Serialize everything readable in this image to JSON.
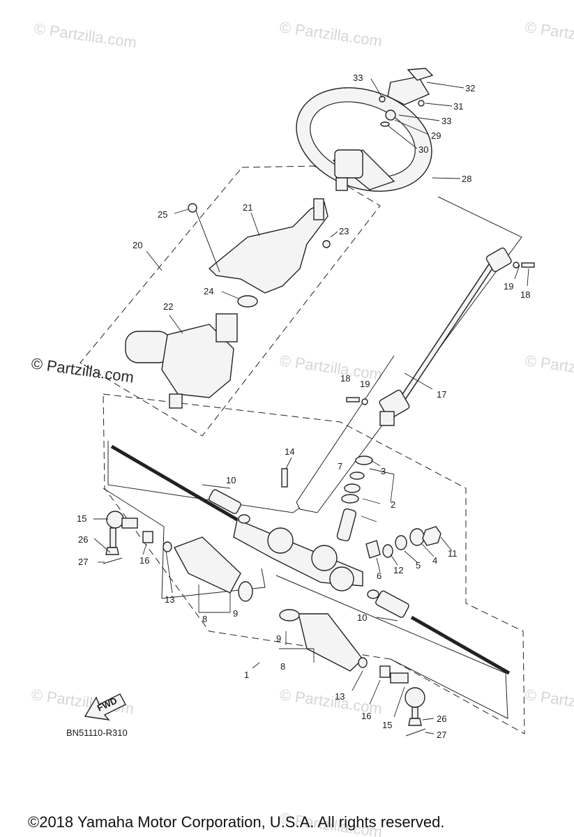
{
  "watermarks": {
    "w1": "© Partzilla.com",
    "w2": "© Partzilla.com",
    "w3": "© Partzilla.com",
    "w4": "© Partzilla.com",
    "w5": "© Partzilla.com",
    "w6": "© Partzilla.com",
    "w7": "© Partzilla.com",
    "w8": "© Partzilla.com",
    "w9": "© Partzilla.com",
    "w10": "© Partzilla.com"
  },
  "callouts": {
    "c1": "1",
    "c2": "2",
    "c3": "3",
    "c4": "4",
    "c5": "5",
    "c6": "6",
    "c7": "7",
    "c8a": "8",
    "c8b": "8",
    "c9a": "9",
    "c9b": "9",
    "c10a": "10",
    "c10b": "10",
    "c11": "11",
    "c12": "12",
    "c13a": "13",
    "c13b": "13",
    "c14": "14",
    "c15a": "15",
    "c15b": "15",
    "c16a": "16",
    "c16b": "16",
    "c17": "17",
    "c18a": "18",
    "c18b": "18",
    "c19a": "19",
    "c19b": "19",
    "c20": "20",
    "c21": "21",
    "c22": "22",
    "c23": "23",
    "c24": "24",
    "c25": "25",
    "c26a": "26",
    "c26b": "26",
    "c27a": "27",
    "c27b": "27",
    "c28": "28",
    "c29": "29",
    "c30": "30",
    "c31": "31",
    "c32": "32",
    "c33a": "33",
    "c33b": "33"
  },
  "fwd_label": "FWD",
  "diagram_code": "BN51110-R310",
  "copyright": "©2018 Yamaha Motor Corporation, U.S.A. All rights reserved."
}
